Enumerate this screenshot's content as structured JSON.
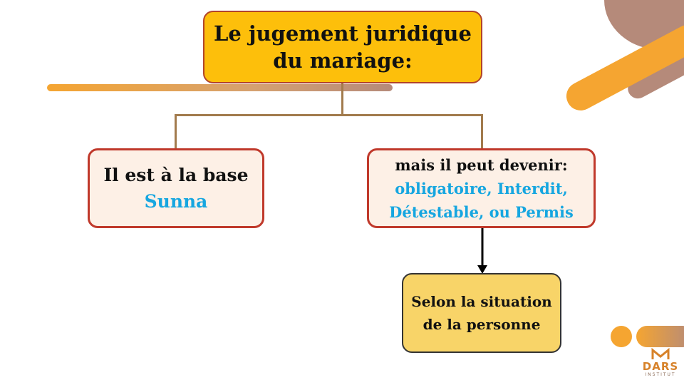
{
  "title": {
    "line1": "Le jugement juridique",
    "line2": "du mariage:"
  },
  "left_node": {
    "line1": "Il est à la base",
    "highlight": "Sunna"
  },
  "right_node": {
    "line1": "mais il peut devenir:",
    "highlight_line1": "obligatoire, Interdit,",
    "highlight_line2": "Détestable, ou Permis"
  },
  "bottom_node": {
    "line1": "Selon la situation",
    "line2": "de la personne"
  },
  "logo": {
    "name": "DARS",
    "sub": "INSTITUT"
  },
  "colors": {
    "title_fill": "#fdbf0b",
    "node_fill": "#fdf0e6",
    "node_border": "#c0392b",
    "accent_text": "#16a6e0",
    "bottom_fill": "#f8d468",
    "connector": "#a27b4d",
    "decor_orange": "#f5a531",
    "decor_taupe": "#b58a7a"
  }
}
